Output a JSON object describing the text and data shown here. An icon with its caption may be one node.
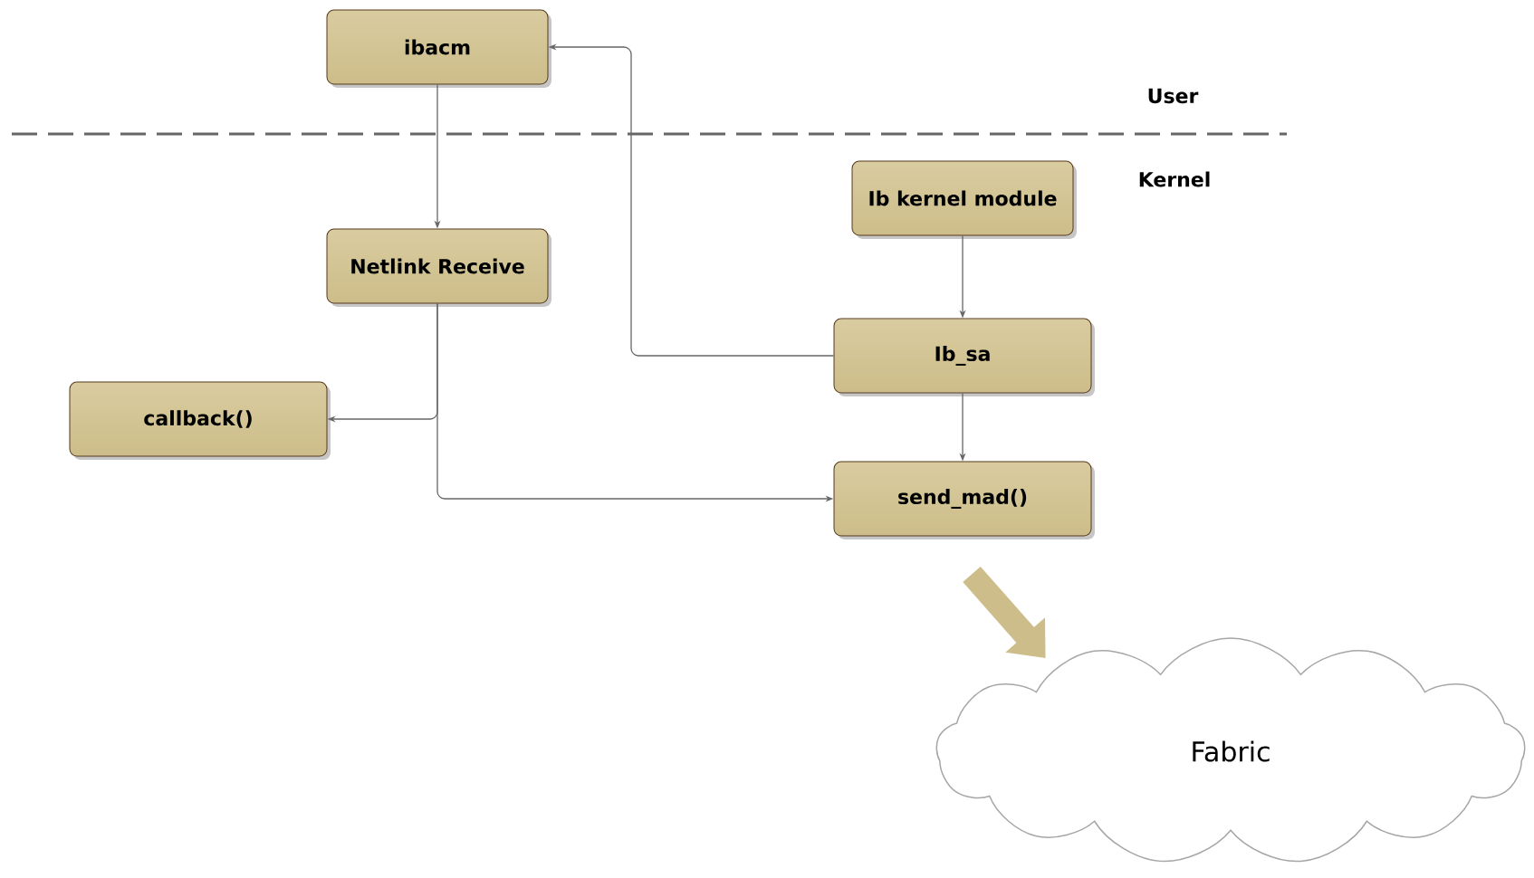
{
  "diagram": {
    "nodes": [
      {
        "text": [
          "ibacm"
        ]
      },
      {
        "text": [
          "Netlink Receive"
        ]
      },
      {
        "text": [
          "callback()"
        ]
      },
      {
        "text": [
          "Ib kernel module"
        ]
      },
      {
        "text": [
          "Ib_sa"
        ]
      },
      {
        "text": [
          "send_mad()"
        ]
      },
      {
        "text": [
          "Fabric"
        ]
      }
    ],
    "edges": [
      {
        "from": 0,
        "to": 1,
        "arrow": "to"
      },
      {
        "from": 1,
        "to": 2,
        "arrow": "to"
      },
      {
        "from": 1,
        "to": 5,
        "arrow": "to"
      },
      {
        "from": 3,
        "to": 4,
        "arrow": "to"
      },
      {
        "from": 4,
        "to": 0,
        "arrow": "to"
      },
      {
        "from": 4,
        "to": 5,
        "arrow": "to"
      },
      {
        "from": 5,
        "to": 6,
        "arrow": "to",
        "style": "thick",
        "color": "#cdbd8a"
      }
    ],
    "labels": [
      "User",
      "Kernel"
    ]
  }
}
